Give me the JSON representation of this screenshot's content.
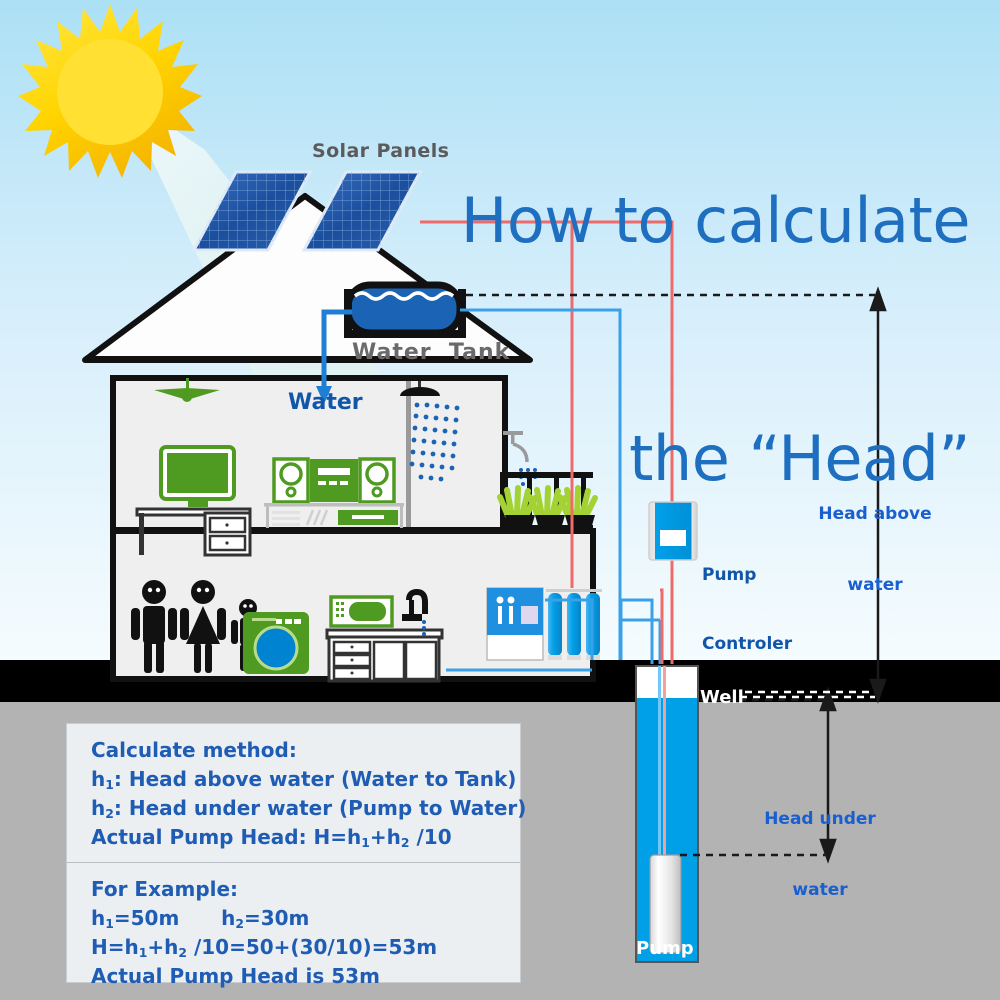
{
  "title": {
    "line1": "How to calculate",
    "line2": "the “Head”"
  },
  "labels": {
    "solar_panels": "Solar Panels",
    "water_tank": "Water  Tank",
    "water": "Water",
    "pump_controller_line1": "Pump",
    "pump_controller_line2": "Controler",
    "head_above_line1": "Head above",
    "head_above_line2": "water",
    "head_under_line1": "Head under",
    "head_under_line2": "water",
    "well": "Well",
    "pump": "Pump"
  },
  "method_panel": {
    "heading": "Calculate method:",
    "h1_def_pre": "h",
    "h1_def_sub": "1",
    "h1_def_post": ": Head above water (Water to Tank)",
    "h2_def_pre": "h",
    "h2_def_sub": "2",
    "h2_def_post": ": Head under water (Pump to Water)",
    "formula_pre": "Actual Pump Head: H=h",
    "formula_sub1": "1",
    "formula_mid": "+h",
    "formula_sub2": "2",
    "formula_post": " /10"
  },
  "example_panel": {
    "heading": "For Example:",
    "given_h1_pre": "h",
    "given_h1_sub": "1",
    "given_h1_post": "=50m",
    "given_gap": "      ",
    "given_h2_pre": "h",
    "given_h2_sub": "2",
    "given_h2_post": "=30m",
    "calc_pre": "H=h",
    "calc_sub1": "1",
    "calc_mid": "+h",
    "calc_sub2": "2",
    "calc_post": " /10=50+(30/10)=53m",
    "result": "Actual Pump Head is 53m"
  },
  "colors": {
    "sky_top": "#b6dff3",
    "sky_bottom": "#f4fbfe",
    "ground": "#b3b3b3",
    "soil_band": "#000000",
    "title_blue": "#1f6fc0",
    "accent_blue": "#1f5cb4",
    "water_blue": "#00a0e9",
    "panel_blue": "#1b63b5",
    "green": "#4f9a20",
    "sun_yellow": "#ffd400",
    "pipe_blue": "#3aa0e8",
    "wire_red": "#ef6a6a"
  },
  "icons": {
    "sun": "sun-icon",
    "solar_panel": "solar-panel-icon",
    "tank": "water-tank-icon",
    "lamp": "ceiling-lamp-icon",
    "monitor": "computer-monitor-icon",
    "stereo": "stereo-system-icon",
    "shower": "shower-icon",
    "tap": "tap-icon",
    "plant": "potted-plant-icon",
    "family": "family-figures-icon",
    "washer": "washing-machine-icon",
    "microwave": "microwave-icon",
    "sink": "kitchen-sink-icon",
    "purifier": "water-purifier-icon",
    "filter": "filter-cartridge-icon",
    "controller": "pump-controller-icon",
    "pump": "submersible-pump-icon"
  }
}
